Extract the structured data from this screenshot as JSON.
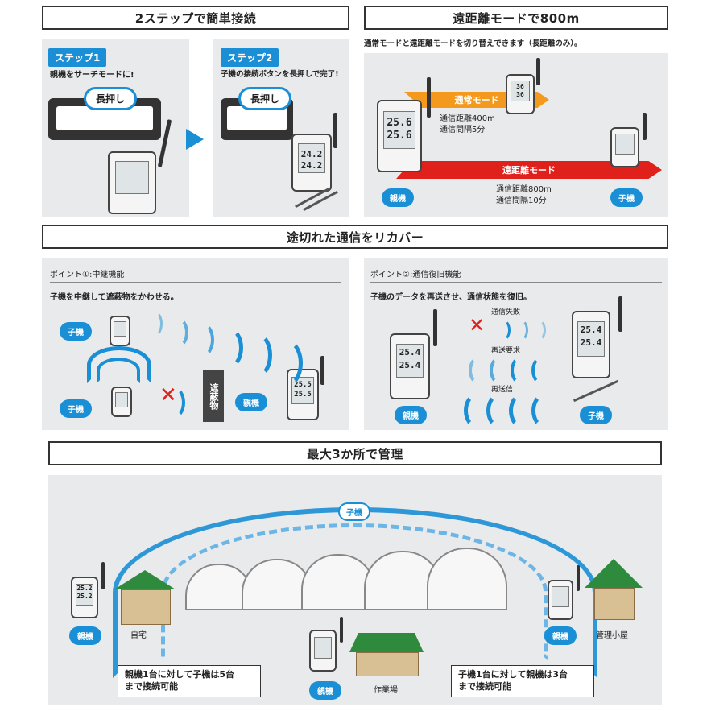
{
  "section1": {
    "title": "2ステップで簡単接続",
    "step1": {
      "badge": "ステップ1",
      "text": "親機をサーチモードに!",
      "bubble": "長押し"
    },
    "step2": {
      "badge": "ステップ2",
      "text": "子機の接続ボタンを長押しで完了!",
      "bubble": "長押し"
    },
    "device_digits": [
      "24.2",
      "24.2"
    ]
  },
  "section2": {
    "title": "遠距離モードで800m",
    "subtitle": "通常モードと遠距離モードを切り替えできます（長距離のみ）。",
    "normal_label": "通常モード",
    "normal_spec": [
      "通信距離400m",
      "通信間隔5分"
    ],
    "long_label": "遠距離モード",
    "long_spec": [
      "通信距離800m",
      "通信間隔10分"
    ],
    "parent_label": "親機",
    "child_label": "子機",
    "parent_digits": [
      "25.6",
      "25.6"
    ],
    "child_digits": [
      "36",
      "36"
    ]
  },
  "section3": {
    "title": "途切れた通信をリカバー",
    "point1": {
      "heading": "ポイント①:中継機能",
      "text": "子機を中継して遮蔽物をかわせる。",
      "child_label": "子機",
      "child_label2": "子機",
      "parent_label": "親機",
      "obstacle": "遮蔽物",
      "parent_digits": [
        "25.5",
        "25.5"
      ]
    },
    "point2": {
      "heading": "ポイント②:通信復旧機能",
      "text": "子機のデータを再送させ、通信状態を復旧。",
      "fail": "通信失敗",
      "resend_req": "再送要求",
      "resend": "再送信",
      "parent_label": "親機",
      "child_label": "子機",
      "parent_digits": [
        "25.4",
        "25.4"
      ],
      "child_digits": [
        "25.4",
        "25.4"
      ]
    }
  },
  "section4": {
    "title": "最大3か所で管理",
    "child_label": "子機",
    "parent_left": "親機",
    "home": "自宅",
    "parent_bottom": "親機",
    "workshop": "作業場",
    "parent_right": "親機",
    "hut": "管理小屋",
    "note_left": [
      "親機1台に対して子機は5台",
      "まで接続可能"
    ],
    "note_right": [
      "子機1台に対して親機は3台",
      "まで接続可能"
    ],
    "digits": [
      "25.2",
      "25.2"
    ]
  },
  "colors": {
    "accent": "#1a8fd6",
    "orange": "#f39a1e",
    "red": "#e0211b",
    "panel": "#e9eaeb",
    "roof": "#2e8b3d"
  }
}
